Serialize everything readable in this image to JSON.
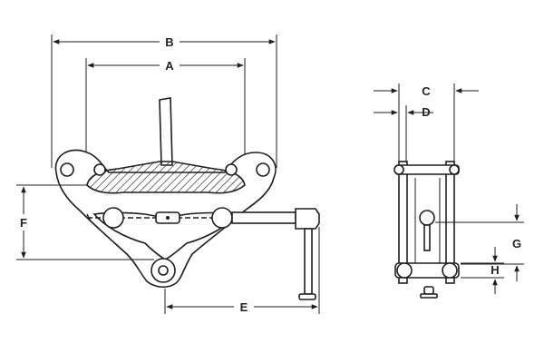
{
  "diagram": {
    "dimension_labels": {
      "A": "A",
      "B": "B",
      "C": "C",
      "D": "D",
      "E": "E",
      "F": "F",
      "G": "G",
      "H": "H"
    },
    "colors": {
      "line": "#1e1e1e",
      "background": "#ffffff"
    }
  }
}
